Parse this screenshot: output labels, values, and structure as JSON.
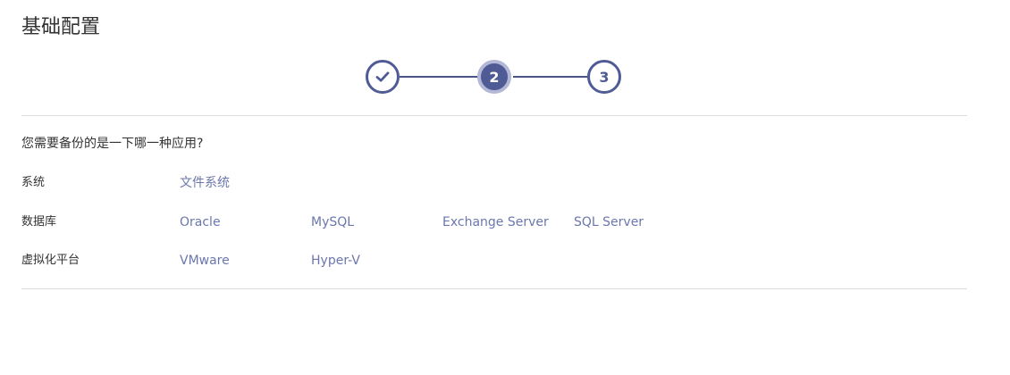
{
  "page": {
    "title": "基础配置",
    "question": "您需要备份的是一下哪一种应用?"
  },
  "stepper": {
    "steps": [
      {
        "label": "",
        "state": "completed",
        "icon": "check-icon"
      },
      {
        "label": "2",
        "state": "active"
      },
      {
        "label": "3",
        "state": "pending"
      }
    ],
    "colors": {
      "primary": "#4f5b95",
      "active_ring": "#b3b8d6",
      "line": "#4a5689"
    }
  },
  "categories": [
    {
      "name": "系统",
      "options": [
        "文件系统"
      ]
    },
    {
      "name": "数据库",
      "options": [
        "Oracle",
        "MySQL",
        "Exchange Server",
        "SQL Server"
      ]
    },
    {
      "name": "虚拟化平台",
      "options": [
        "VMware",
        "Hyper-V"
      ]
    }
  ],
  "colors": {
    "link": "#6b77ad",
    "text": "#333333",
    "divider": "#dcdcdc"
  }
}
